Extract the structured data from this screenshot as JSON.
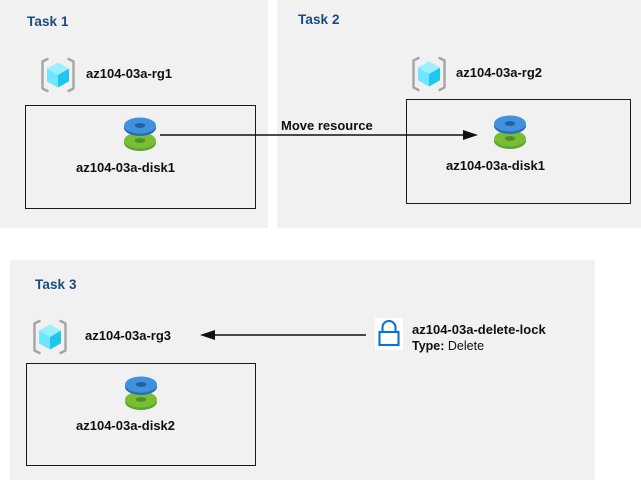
{
  "diagram": {
    "title_color": "#1a4c7e",
    "panel_bg": "#f1f1f1",
    "page_bg": "#ffffff",
    "disk_top_color": "#3e8ede",
    "disk_bottom_color": "#70b82b",
    "rg_cube_color": "#50e6ff",
    "rg_bracket_color": "#a0a0a0",
    "lock_color": "#0a6fd8",
    "arrow_color": "#101010",
    "box_border_color": "#1a1a1a"
  },
  "tasks": [
    {
      "title": "Task 1",
      "resource_group": {
        "icon": "resource-group-icon",
        "label": "az104-03a-rg1"
      },
      "resource": {
        "icon": "disk-icon",
        "label": "az104-03a-disk1"
      }
    },
    {
      "title": "Task 2",
      "resource_group": {
        "icon": "resource-group-icon",
        "label": "az104-03a-rg2"
      },
      "resource": {
        "icon": "disk-icon",
        "label": "az104-03a-disk1"
      }
    },
    {
      "title": "Task 3",
      "resource_group": {
        "icon": "resource-group-icon",
        "label": "az104-03a-rg3"
      },
      "resource": {
        "icon": "disk-icon",
        "label": "az104-03a-disk2"
      },
      "lock": {
        "icon": "lock-icon",
        "label": "az104-03a-delete-lock",
        "type_key": "Type:",
        "type_value": "Delete"
      }
    }
  ],
  "connectors": {
    "move_resource": {
      "label": "Move resource",
      "direction": "right",
      "from": "az104-03a-disk1 (Task 1)",
      "to": "az104-03a-disk1 (Task 2)"
    },
    "lock_applies_to": {
      "label": "",
      "direction": "left",
      "from": "az104-03a-delete-lock",
      "to": "az104-03a-rg3"
    }
  }
}
